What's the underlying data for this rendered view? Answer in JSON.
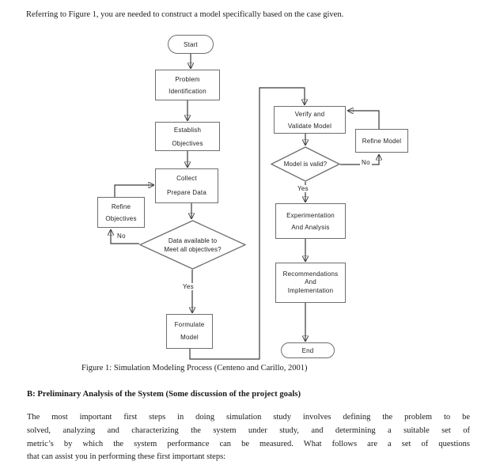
{
  "colors": {
    "ink": "#1a1a1a",
    "box_border": "#6e6e6e",
    "line": "#3a3a3a",
    "paper": "#ffffff"
  },
  "page": {
    "intro": "Referring to Figure 1, you are needed to construct a model specifically based on the case given.",
    "caption": "Figure 1: Simulation Modeling Process (Centeno and Carillo, 2001)",
    "heading": "B: Preliminary Analysis of the System (Some discussion of the project goals)",
    "body_lines": [
      "The most important first steps in doing simulation study involves defining the problem to be",
      "solved, analyzing and characterizing the system under study, and determining a suitable set of",
      "metric’s by which the system performance can be measured.  What follows are a set of questions",
      "that can assist you in performing these first important steps:"
    ]
  },
  "flowchart": {
    "nodes": {
      "start": "Start",
      "problem": "Problem\nIdentification",
      "establish": "Establish\nObjectives",
      "collect": "Collect\nPrepare Data",
      "refine_objectives": "Refine\nObjectives",
      "data_decision": "Data available to\nMeet all objectives?",
      "formulate": "Formulate\nModel",
      "verify": "Verify and\nValidate Model",
      "refine_model": "Refine Model",
      "valid_decision": "Model is valid?",
      "experimentation": "Experimentation\nAnd Analysis",
      "recommendations": "Recommendations\nAnd\nImplementation",
      "end": "End"
    },
    "labels": {
      "no_left": "No",
      "yes_left": "Yes",
      "no_right": "No",
      "yes_right": "Yes"
    }
  }
}
